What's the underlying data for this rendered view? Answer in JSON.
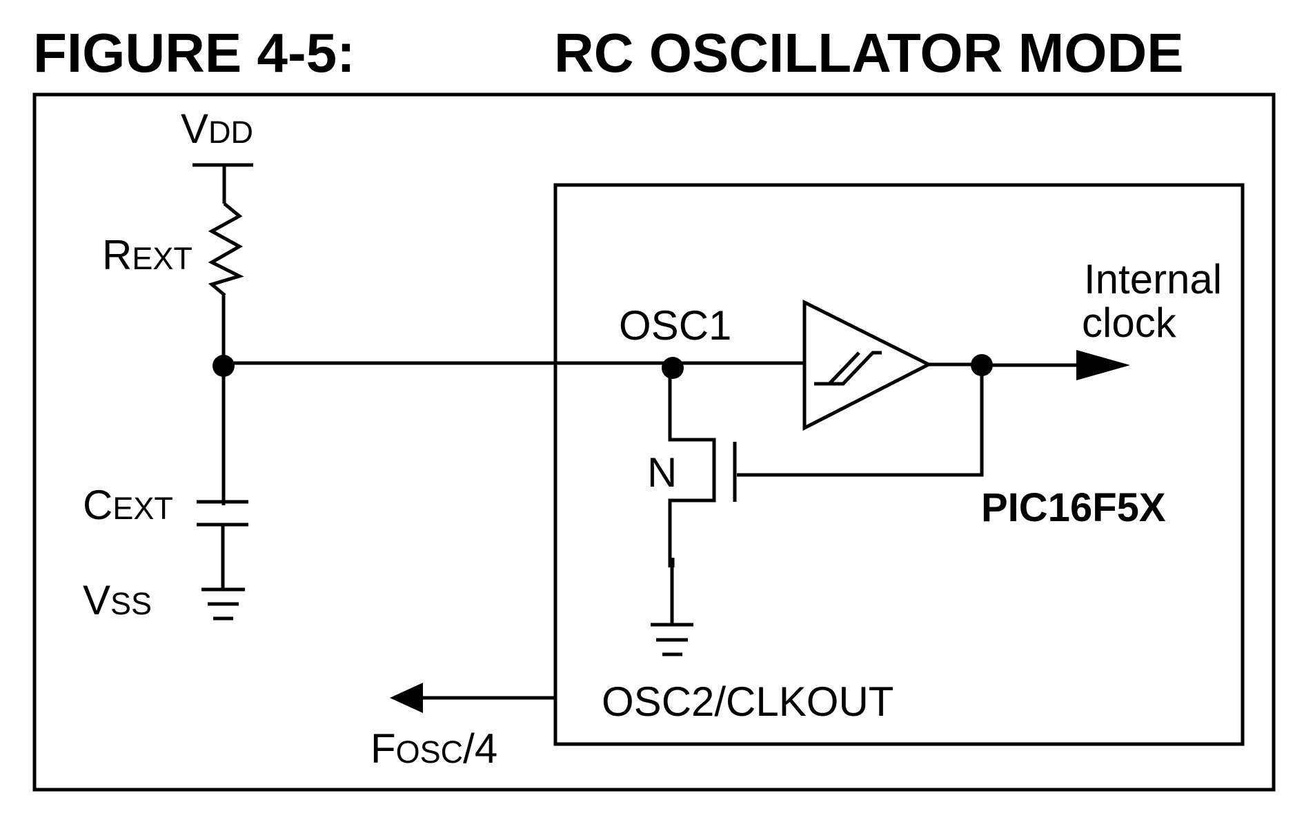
{
  "figure": {
    "number": "FIGURE 4-5:",
    "title": "RC OSCILLATOR MODE"
  },
  "labels": {
    "vdd_main": "V",
    "vdd_sub": "DD",
    "rext_main": "R",
    "rext_sub": "EXT",
    "cext_main": "C",
    "cext_sub": "EXT",
    "vss_main": "V",
    "vss_sub": "SS",
    "osc1": "OSC1",
    "transistor_type": "N",
    "internal_clock_line1": "Internal",
    "internal_clock_line2": "clock",
    "chip_name": "PIC16F5X",
    "osc2": "OSC2/CLKOUT",
    "fosc_main": "F",
    "fosc_sub": "OSC",
    "fosc_suffix": "/4"
  },
  "colors": {
    "ink": "#000000",
    "background": "#ffffff"
  }
}
